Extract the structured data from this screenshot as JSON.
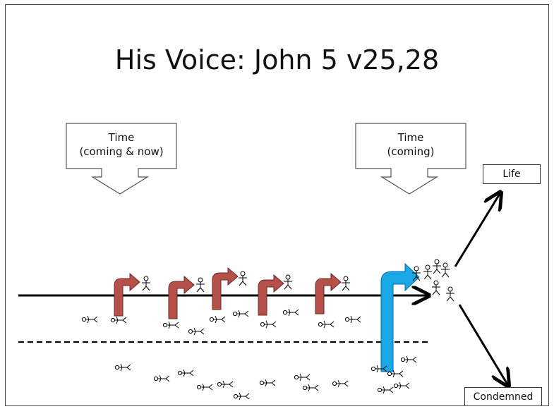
{
  "title": "His Voice: John 5 v25,28",
  "callouts": [
    {
      "line1": "Time",
      "line2": "(coming & now)"
    },
    {
      "line1": "Time",
      "line2": "(coming)"
    }
  ],
  "outcomes": {
    "life": "Life",
    "condemned": "Condemned"
  },
  "colors": {
    "past_arrow": "#b5504a",
    "future_arrow": "#1aa7e6",
    "lines": "#000000"
  },
  "icons": {
    "figure": "stick-figure-icon"
  }
}
